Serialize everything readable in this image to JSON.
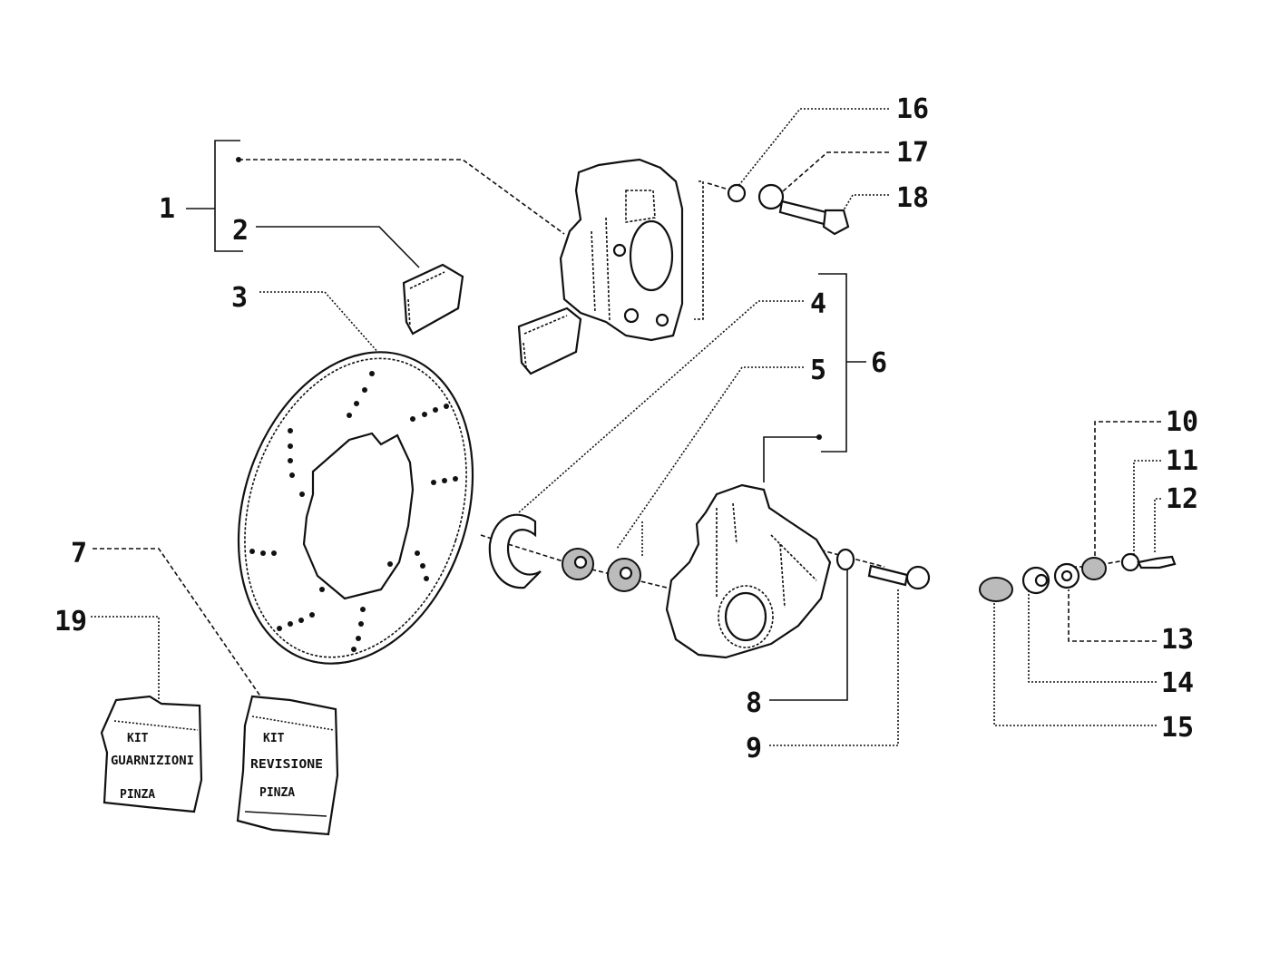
{
  "diagram": {
    "type": "exploded-parts-diagram",
    "subject": "brake disc and caliper assembly",
    "callouts": [
      {
        "id": "1",
        "label": "1"
      },
      {
        "id": "2",
        "label": "2"
      },
      {
        "id": "3",
        "label": "3"
      },
      {
        "id": "4",
        "label": "4"
      },
      {
        "id": "5",
        "label": "5"
      },
      {
        "id": "6",
        "label": "6"
      },
      {
        "id": "7",
        "label": "7"
      },
      {
        "id": "8",
        "label": "8"
      },
      {
        "id": "9",
        "label": "9"
      },
      {
        "id": "10",
        "label": "10"
      },
      {
        "id": "11",
        "label": "11"
      },
      {
        "id": "12",
        "label": "12"
      },
      {
        "id": "13",
        "label": "13"
      },
      {
        "id": "14",
        "label": "14"
      },
      {
        "id": "15",
        "label": "15"
      },
      {
        "id": "16",
        "label": "16"
      },
      {
        "id": "17",
        "label": "17"
      },
      {
        "id": "18",
        "label": "18"
      },
      {
        "id": "19",
        "label": "19"
      }
    ],
    "kit_bags": [
      {
        "part": "19",
        "lines": [
          "KIT",
          "GUARNIZIONI",
          "PINZA"
        ]
      },
      {
        "part": "7",
        "lines": [
          "KIT",
          "REVISIONE",
          "PINZA"
        ]
      }
    ],
    "groups": [
      {
        "bracket": "1",
        "includes": [
          "caliper-upper",
          "2"
        ]
      },
      {
        "bracket": "6",
        "includes": [
          "4",
          "5",
          "caliper-lower"
        ]
      }
    ]
  }
}
